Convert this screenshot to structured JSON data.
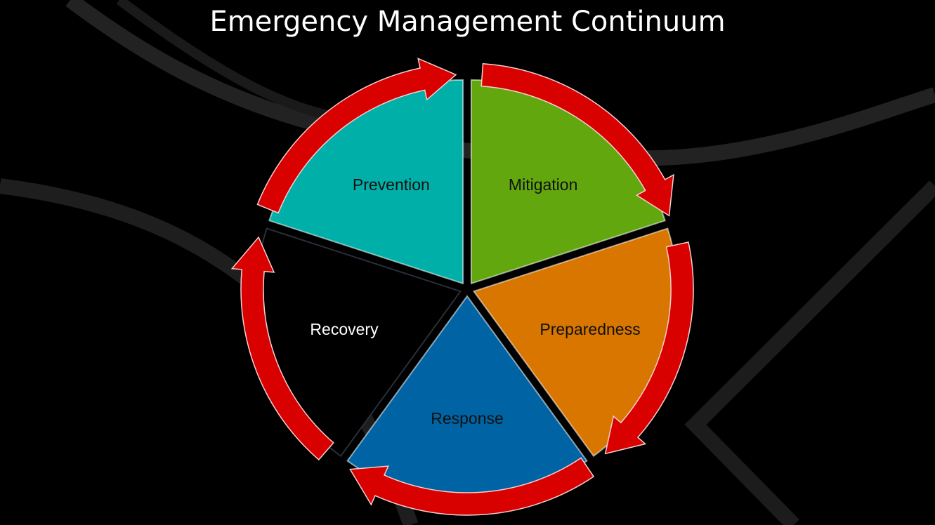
{
  "title": "Emergency Management Continuum",
  "segments": [
    {
      "label": "Mitigation",
      "color": "#63a70f",
      "text_color": "#111111"
    },
    {
      "label": "Preparedness",
      "color": "#d97600",
      "text_color": "#111111"
    },
    {
      "label": "Response",
      "color": "#0063a3",
      "text_color": "#111111"
    },
    {
      "label": "Recovery",
      "color": "#000000",
      "text_color": "#ffffff"
    },
    {
      "label": "Prevention",
      "color": "#00b0a8",
      "text_color": "#111111"
    }
  ],
  "arrow_color": "#d90000"
}
